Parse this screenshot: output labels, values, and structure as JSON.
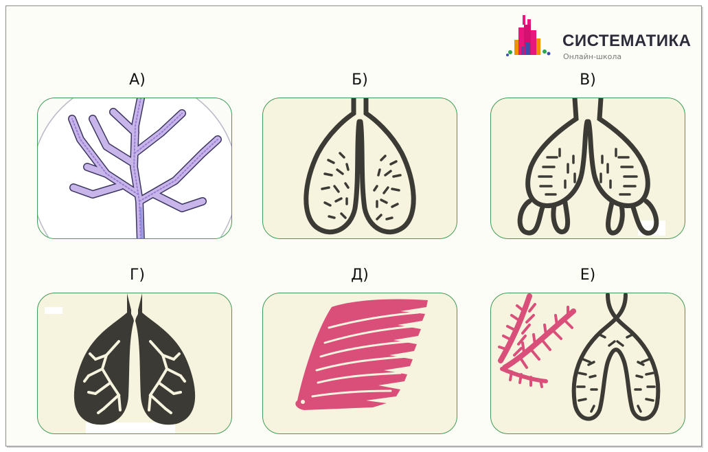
{
  "brand": {
    "name": "СИСТЕМАТИКА",
    "subtitle": "Онлайн-школа",
    "colors": [
      "#e8177e",
      "#f29100",
      "#2aa84a",
      "#3a4fb0"
    ]
  },
  "panels": [
    {
      "label": "А)",
      "icon": "branching-tracheae-icon"
    },
    {
      "label": "Б)",
      "icon": "cellular-lungs-icon"
    },
    {
      "label": "В)",
      "icon": "folded-lungs-with-air-sacs-icon"
    },
    {
      "label": "Г)",
      "icon": "alveolar-lungs-icon"
    },
    {
      "label": "Д)",
      "icon": "gills-icon"
    },
    {
      "label": "Е)",
      "icon": "gills-and-simple-lungs-icon"
    }
  ],
  "colors": {
    "card_border": "#3f9a54",
    "card_fill": "#f6f3df",
    "lung_ink": "#3c3a34",
    "gill_pink": "#d94f7a"
  }
}
